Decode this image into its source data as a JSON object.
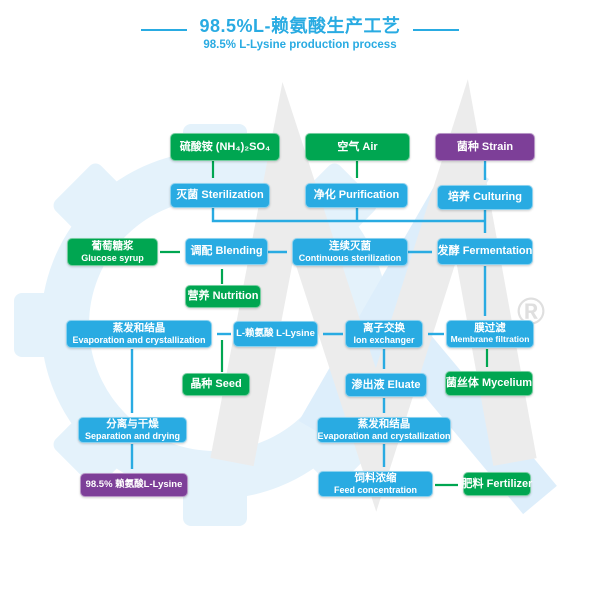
{
  "header": {
    "title": "98.5%L-赖氨酸生产工艺",
    "subtitle": "98.5% L-Lysine production process"
  },
  "colors": {
    "blue": "#29abe2",
    "green": "#00a651",
    "purple": "#7d3f98"
  },
  "watermark": {
    "registered_symbol": "®"
  },
  "nodes": {
    "ammonium_sulfate": {
      "label": "硫酸铵 (NH₄)₂SO₄"
    },
    "air": {
      "label": "空气 Air"
    },
    "strain": {
      "label": "菌种 Strain"
    },
    "sterilization": {
      "label": "灭菌 Sterilization"
    },
    "purification": {
      "label": "净化 Purification"
    },
    "culturing": {
      "label": "培养 Culturing"
    },
    "glucose_syrup": {
      "line1": "葡萄糖浆",
      "line2": "Glucose syrup"
    },
    "blending": {
      "label": "调配 Blending"
    },
    "continuous_sterilization": {
      "line1": "连续灭菌",
      "line2": "Continuous sterilization"
    },
    "fermentation": {
      "label": "发酵 Fermentation"
    },
    "nutrition": {
      "label": "营养 Nutrition"
    },
    "evaporation_crystallization_1": {
      "line1": "蒸发和结晶",
      "line2": "Evaporation and crystallization"
    },
    "l_lysine": {
      "label": "L-赖氨酸 L-Lysine"
    },
    "ion_exchanger": {
      "line1": "离子交换",
      "line2": "Ion exchanger"
    },
    "membrane_filtration": {
      "line1": "膜过滤",
      "line2": "Membrane filtration"
    },
    "seed": {
      "label": "晶种 Seed"
    },
    "eluate": {
      "label": "渗出液 Eluate"
    },
    "mycelium": {
      "label": "菌丝体 Mycelium"
    },
    "separation_drying": {
      "line1": "分离与干燥",
      "line2": "Separation and drying"
    },
    "evaporation_crystallization_2": {
      "line1": "蒸发和结晶",
      "line2": "Evaporation and crystallization"
    },
    "lysine_985": {
      "label": "98.5% 赖氨酸L-Lysine"
    },
    "feed_concentration": {
      "line1": "饲料浓缩",
      "line2": "Feed concentration"
    },
    "fertilizer": {
      "label": "肥料 Fertilizer"
    }
  },
  "edges": [
    {
      "from": "ammonium_sulfate",
      "to": "sterilization"
    },
    {
      "from": "air",
      "to": "purification"
    },
    {
      "from": "strain",
      "to": "culturing"
    },
    {
      "from": "sterilization",
      "to": "fermentation"
    },
    {
      "from": "purification",
      "to": "fermentation"
    },
    {
      "from": "culturing",
      "to": "fermentation"
    },
    {
      "from": "glucose_syrup",
      "to": "blending"
    },
    {
      "from": "blending",
      "to": "continuous_sterilization"
    },
    {
      "from": "continuous_sterilization",
      "to": "fermentation"
    },
    {
      "from": "nutrition",
      "to": "blending"
    },
    {
      "from": "fermentation",
      "to": "membrane_filtration"
    },
    {
      "from": "membrane_filtration",
      "to": "ion_exchanger"
    },
    {
      "from": "ion_exchanger",
      "to": "l_lysine"
    },
    {
      "from": "l_lysine",
      "to": "evaporation_crystallization_1"
    },
    {
      "from": "seed",
      "to": "evaporation_crystallization_1"
    },
    {
      "from": "evaporation_crystallization_1",
      "to": "separation_drying"
    },
    {
      "from": "separation_drying",
      "to": "lysine_985"
    },
    {
      "from": "ion_exchanger",
      "to": "eluate"
    },
    {
      "from": "membrane_filtration",
      "to": "mycelium"
    },
    {
      "from": "eluate",
      "to": "evaporation_crystallization_2"
    },
    {
      "from": "evaporation_crystallization_2",
      "to": "feed_concentration"
    },
    {
      "from": "feed_concentration",
      "to": "fertilizer"
    }
  ]
}
